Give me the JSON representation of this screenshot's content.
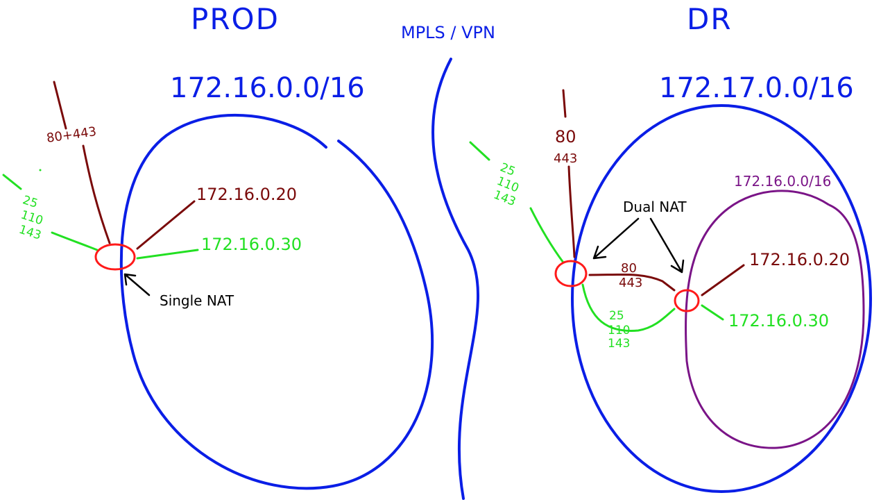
{
  "labels": {
    "prod": "PROD",
    "dr": "DR",
    "mpls": "MPLS / VPN",
    "prod_subnet": "172.16.0.0/16",
    "dr_subnet": "172.17.0.0/16",
    "dr_inner_subnet": "172.16.0.0/16"
  },
  "prod": {
    "port_web": "80+443",
    "port_mail": [
      "25",
      "110",
      "143"
    ],
    "host_web": "172.16.0.20",
    "host_mail": "172.16.0.30",
    "nat_label": "Single NAT"
  },
  "dr": {
    "port_web": [
      "80",
      "443"
    ],
    "port_mail": [
      "25",
      "110",
      "143"
    ],
    "inner_port_web": [
      "80",
      "443"
    ],
    "inner_port_mail": [
      "25",
      "110",
      "143"
    ],
    "host_web": "172.16.0.20",
    "host_mail": "172.16.0.30",
    "nat_label": "Dual NAT"
  },
  "colors": {
    "network": "#0a1ee6",
    "web": "#7a0a0a",
    "mail": "#22e022",
    "nat": "#ff1a1a",
    "inner": "#7a1487",
    "note": "#000000"
  }
}
